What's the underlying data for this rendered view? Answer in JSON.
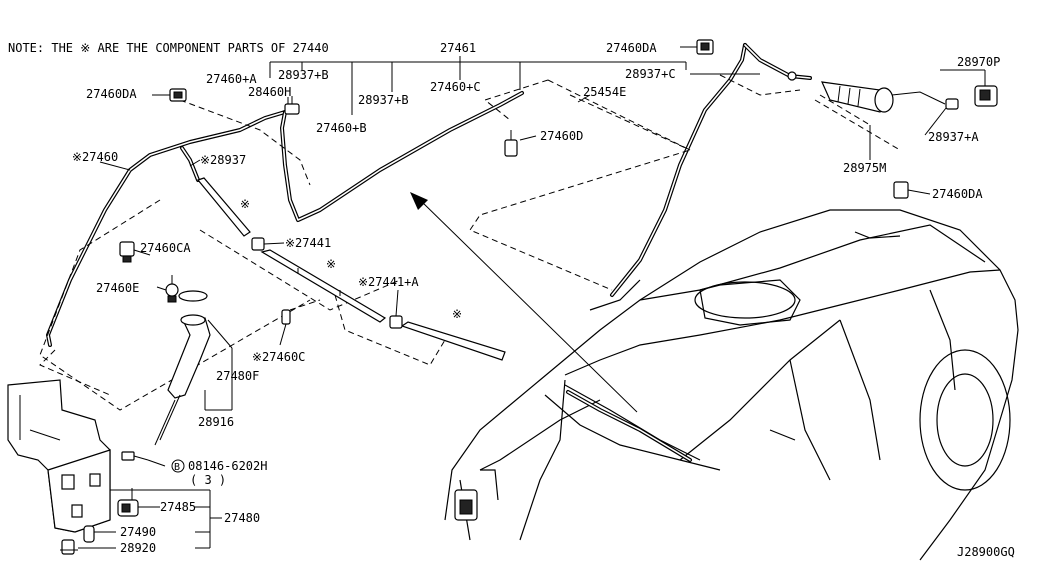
{
  "note": "NOTE: THE ※ ARE THE COMPONENT PARTS OF 27440",
  "diagram_id": "J28900GQ",
  "labels": {
    "p27461": "27461",
    "p27460DA_top": "27460DA",
    "p28970P": "28970P",
    "p28937C": "28937+C",
    "p25454E": "25454E",
    "p27460A": "27460+A",
    "p28937B_1": "28937+B",
    "p28460H": "28460H",
    "p27460C": "27460+C",
    "p27460DA_left": "27460DA",
    "p28937B_2": "28937+B",
    "p28937A": "28937+A",
    "p27460B": "27460+B",
    "p27460D": "27460D",
    "p27460_star": "※27460",
    "p28937_star": "※28937",
    "p28975M": "28975M",
    "p27460DA_right": "27460DA",
    "p27441_star": "※27441",
    "p27460CA": "27460CA",
    "p27460E": "27460E",
    "p27441A_star": "※27441+A",
    "p27460C_star": "※27460C",
    "p27480F": "27480F",
    "p28916": "28916",
    "p08146": "08146-6202H",
    "p08146_qty": "( 3 )",
    "p27485": "27485",
    "p27480": "27480",
    "p27490": "27490",
    "p28920": "28920"
  },
  "bolt_marker": "B",
  "component_mark": "※"
}
